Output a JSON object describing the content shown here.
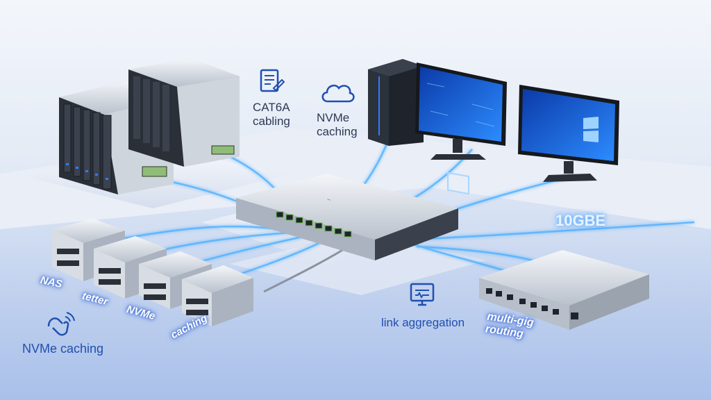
{
  "labels": {
    "cat6a": "CAT6A\ncabling",
    "nvme_top": "NVMe\ncaching",
    "tenGbe": "10GBE",
    "nas": "NAS",
    "tetter": "tetter",
    "nvme": "NVMe",
    "caching": "caching",
    "nvme_caching": "NVMe caching",
    "link_aggregation": "link aggregation",
    "multigig": "multi-gig\nrouting"
  },
  "icons": {
    "document": "document-edit-icon",
    "cloud": "cloud-icon",
    "monitor": "monitor-icon",
    "hand": "hand-signal-icon"
  },
  "colors": {
    "accent": "#1f4fb0",
    "glow": "#4fb0ff"
  }
}
